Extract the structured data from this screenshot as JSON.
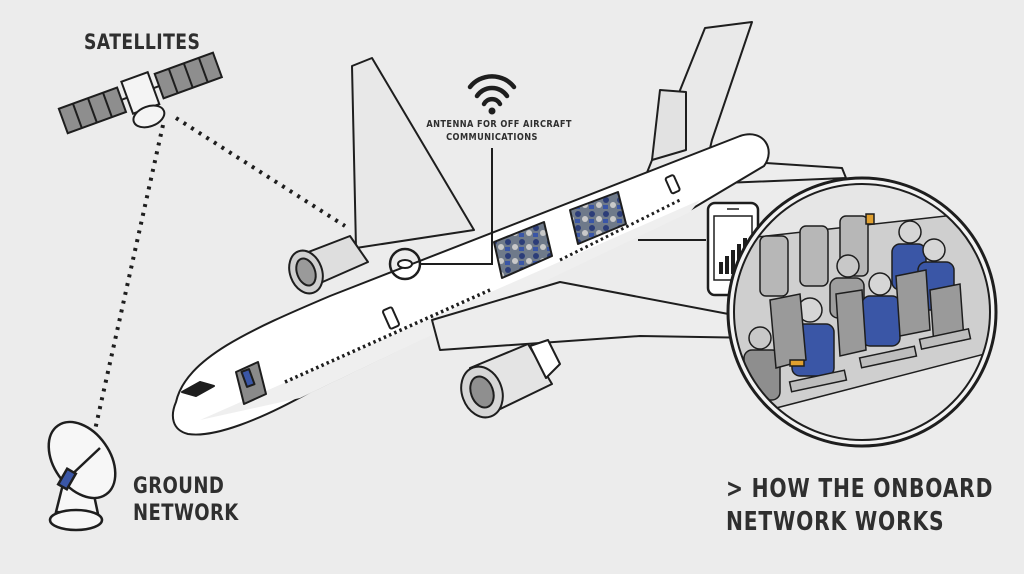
{
  "labels": {
    "satellites": "SATELLITES",
    "ground": [
      "GROUND",
      "NETWORK"
    ],
    "antenna": [
      "ANTENNA FOR OFF AIRCRAFT",
      "COMMUNICATIONS"
    ],
    "how": [
      "> HOW THE ONBOARD",
      "NETWORK WORKS"
    ]
  },
  "colors": {
    "background": "#ececec",
    "line": "#1e1e1e",
    "fuselage": "#ffffff",
    "accent_blue": "#3a56a6",
    "text": "#2f2f2f"
  },
  "icons": {
    "wifi": "wifi-icon",
    "phone": "smartphone-signal-icon",
    "satellite": "satellite-icon",
    "dish": "satellite-dish-icon"
  }
}
